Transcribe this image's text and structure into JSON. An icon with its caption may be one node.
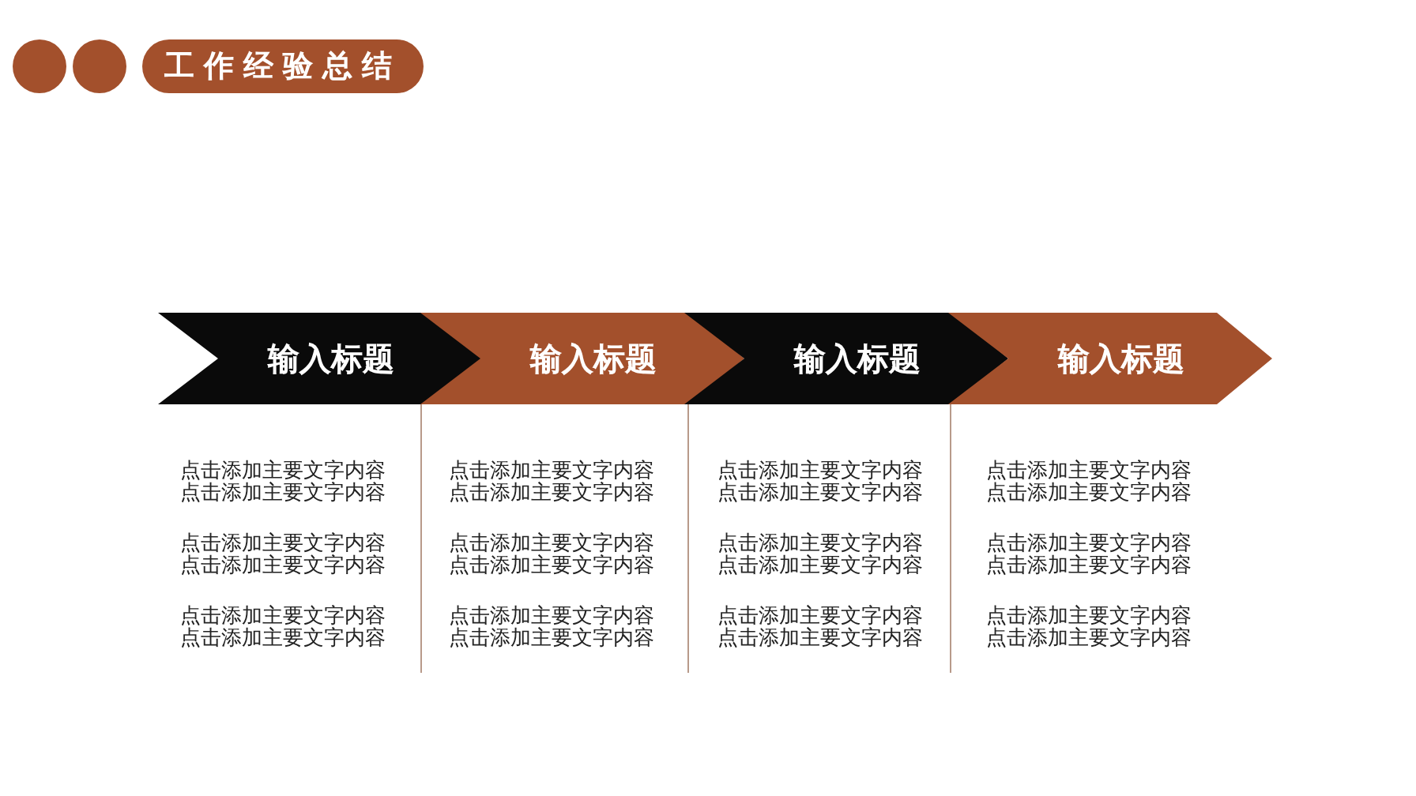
{
  "diagram": {
    "title": "工作经验总结",
    "nodes": [
      {
        "text": [
          "输入标题"
        ],
        "beside": [
          "点击添加主要文字内容点击添加主要文字内容",
          "点击添加主要文字内容点击添加主要文字内容",
          "点击添加主要文字内容点击添加主要文字内容"
        ]
      },
      {
        "text": [
          "输入标题"
        ],
        "beside": [
          "点击添加主要文字内容点击添加主要文字内容",
          "点击添加主要文字内容点击添加主要文字内容",
          "点击添加主要文字内容点击添加主要文字内容"
        ]
      },
      {
        "text": [
          "输入标题"
        ],
        "beside": [
          "点击添加主要文字内容点击添加主要文字内容",
          "点击添加主要文字内容点击添加主要文字内容",
          "点击添加主要文字内容点击添加主要文字内容"
        ]
      },
      {
        "text": [
          "输入标题"
        ],
        "beside": [
          "点击添加主要文字内容点击添加主要文字内容",
          "点击添加主要文字内容点击添加主要文字内容",
          "点击添加主要文字内容点击添加主要文字内容"
        ]
      }
    ]
  }
}
